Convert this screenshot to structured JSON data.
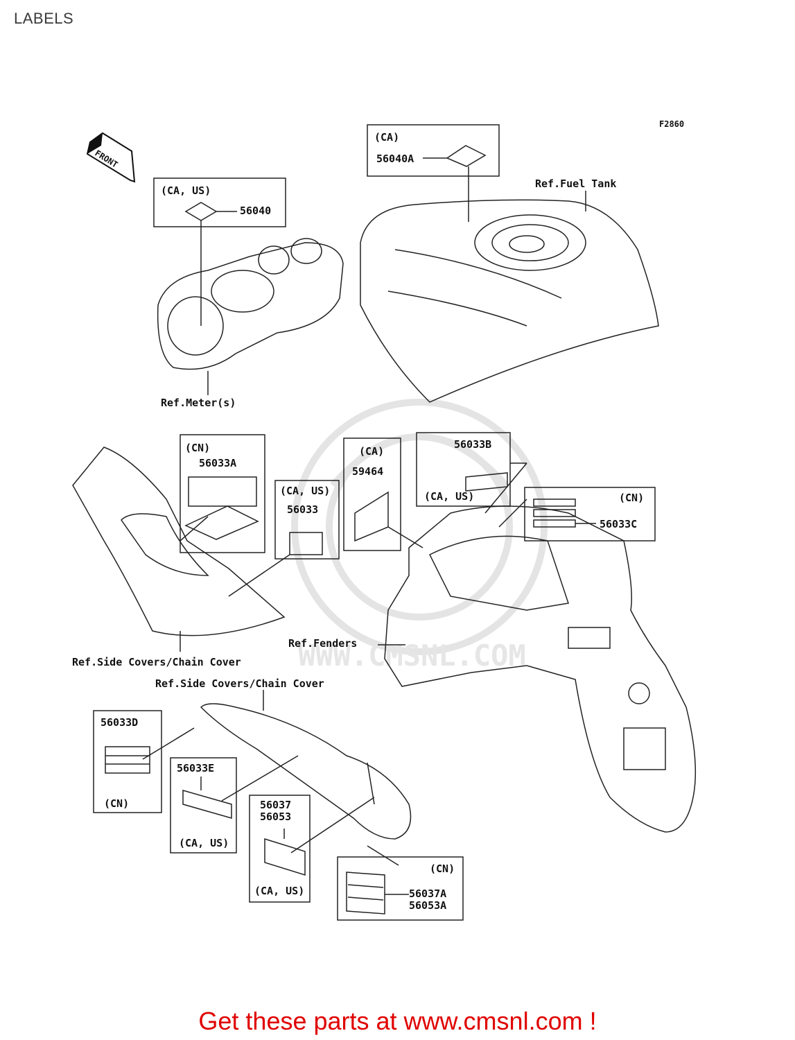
{
  "page": {
    "title": "LABELS",
    "figure_code": "F2860",
    "front_label": "FRONT"
  },
  "labels": {
    "fuel_tank_top": {
      "region": "(CA)",
      "part": "56040A"
    },
    "meter": {
      "region": "(CA, US)",
      "part": "56040"
    },
    "side_cn": {
      "region": "(CN)",
      "part": "56033A"
    },
    "side_ca_us": {
      "region": "(CA, US)",
      "part": "56033"
    },
    "fender_ca": {
      "region": "(CA)",
      "part": "59464"
    },
    "fender_b": {
      "part": "56033B",
      "region": "(CA, US)"
    },
    "fender_c": {
      "region": "(CN)",
      "part": "56033C"
    },
    "chain_d": {
      "part": "56033D",
      "region": "(CN)"
    },
    "chain_e": {
      "part": "56033E",
      "region": "(CA, US)"
    },
    "chain_37": {
      "part1": "56037",
      "part2": "56053",
      "region": "(CA, US)"
    },
    "chain_37a": {
      "region": "(CN)",
      "part1": "56037A",
      "part2": "56053A"
    }
  },
  "references": {
    "fuel_tank": "Ref.Fuel Tank",
    "meters": "Ref.Meter(s)",
    "side_covers_upper": "Ref.Side Covers/Chain Cover",
    "fenders": "Ref.Fenders",
    "side_covers_lower": "Ref.Side Covers/Chain Cover"
  },
  "watermark": "WWW.CMSNL.COM",
  "footer": {
    "cta": "Get these parts at www.cmsnl.com !"
  },
  "colors": {
    "line": "#222222",
    "footer_red": "#e00000",
    "watermark": "#e6e6e6"
  }
}
